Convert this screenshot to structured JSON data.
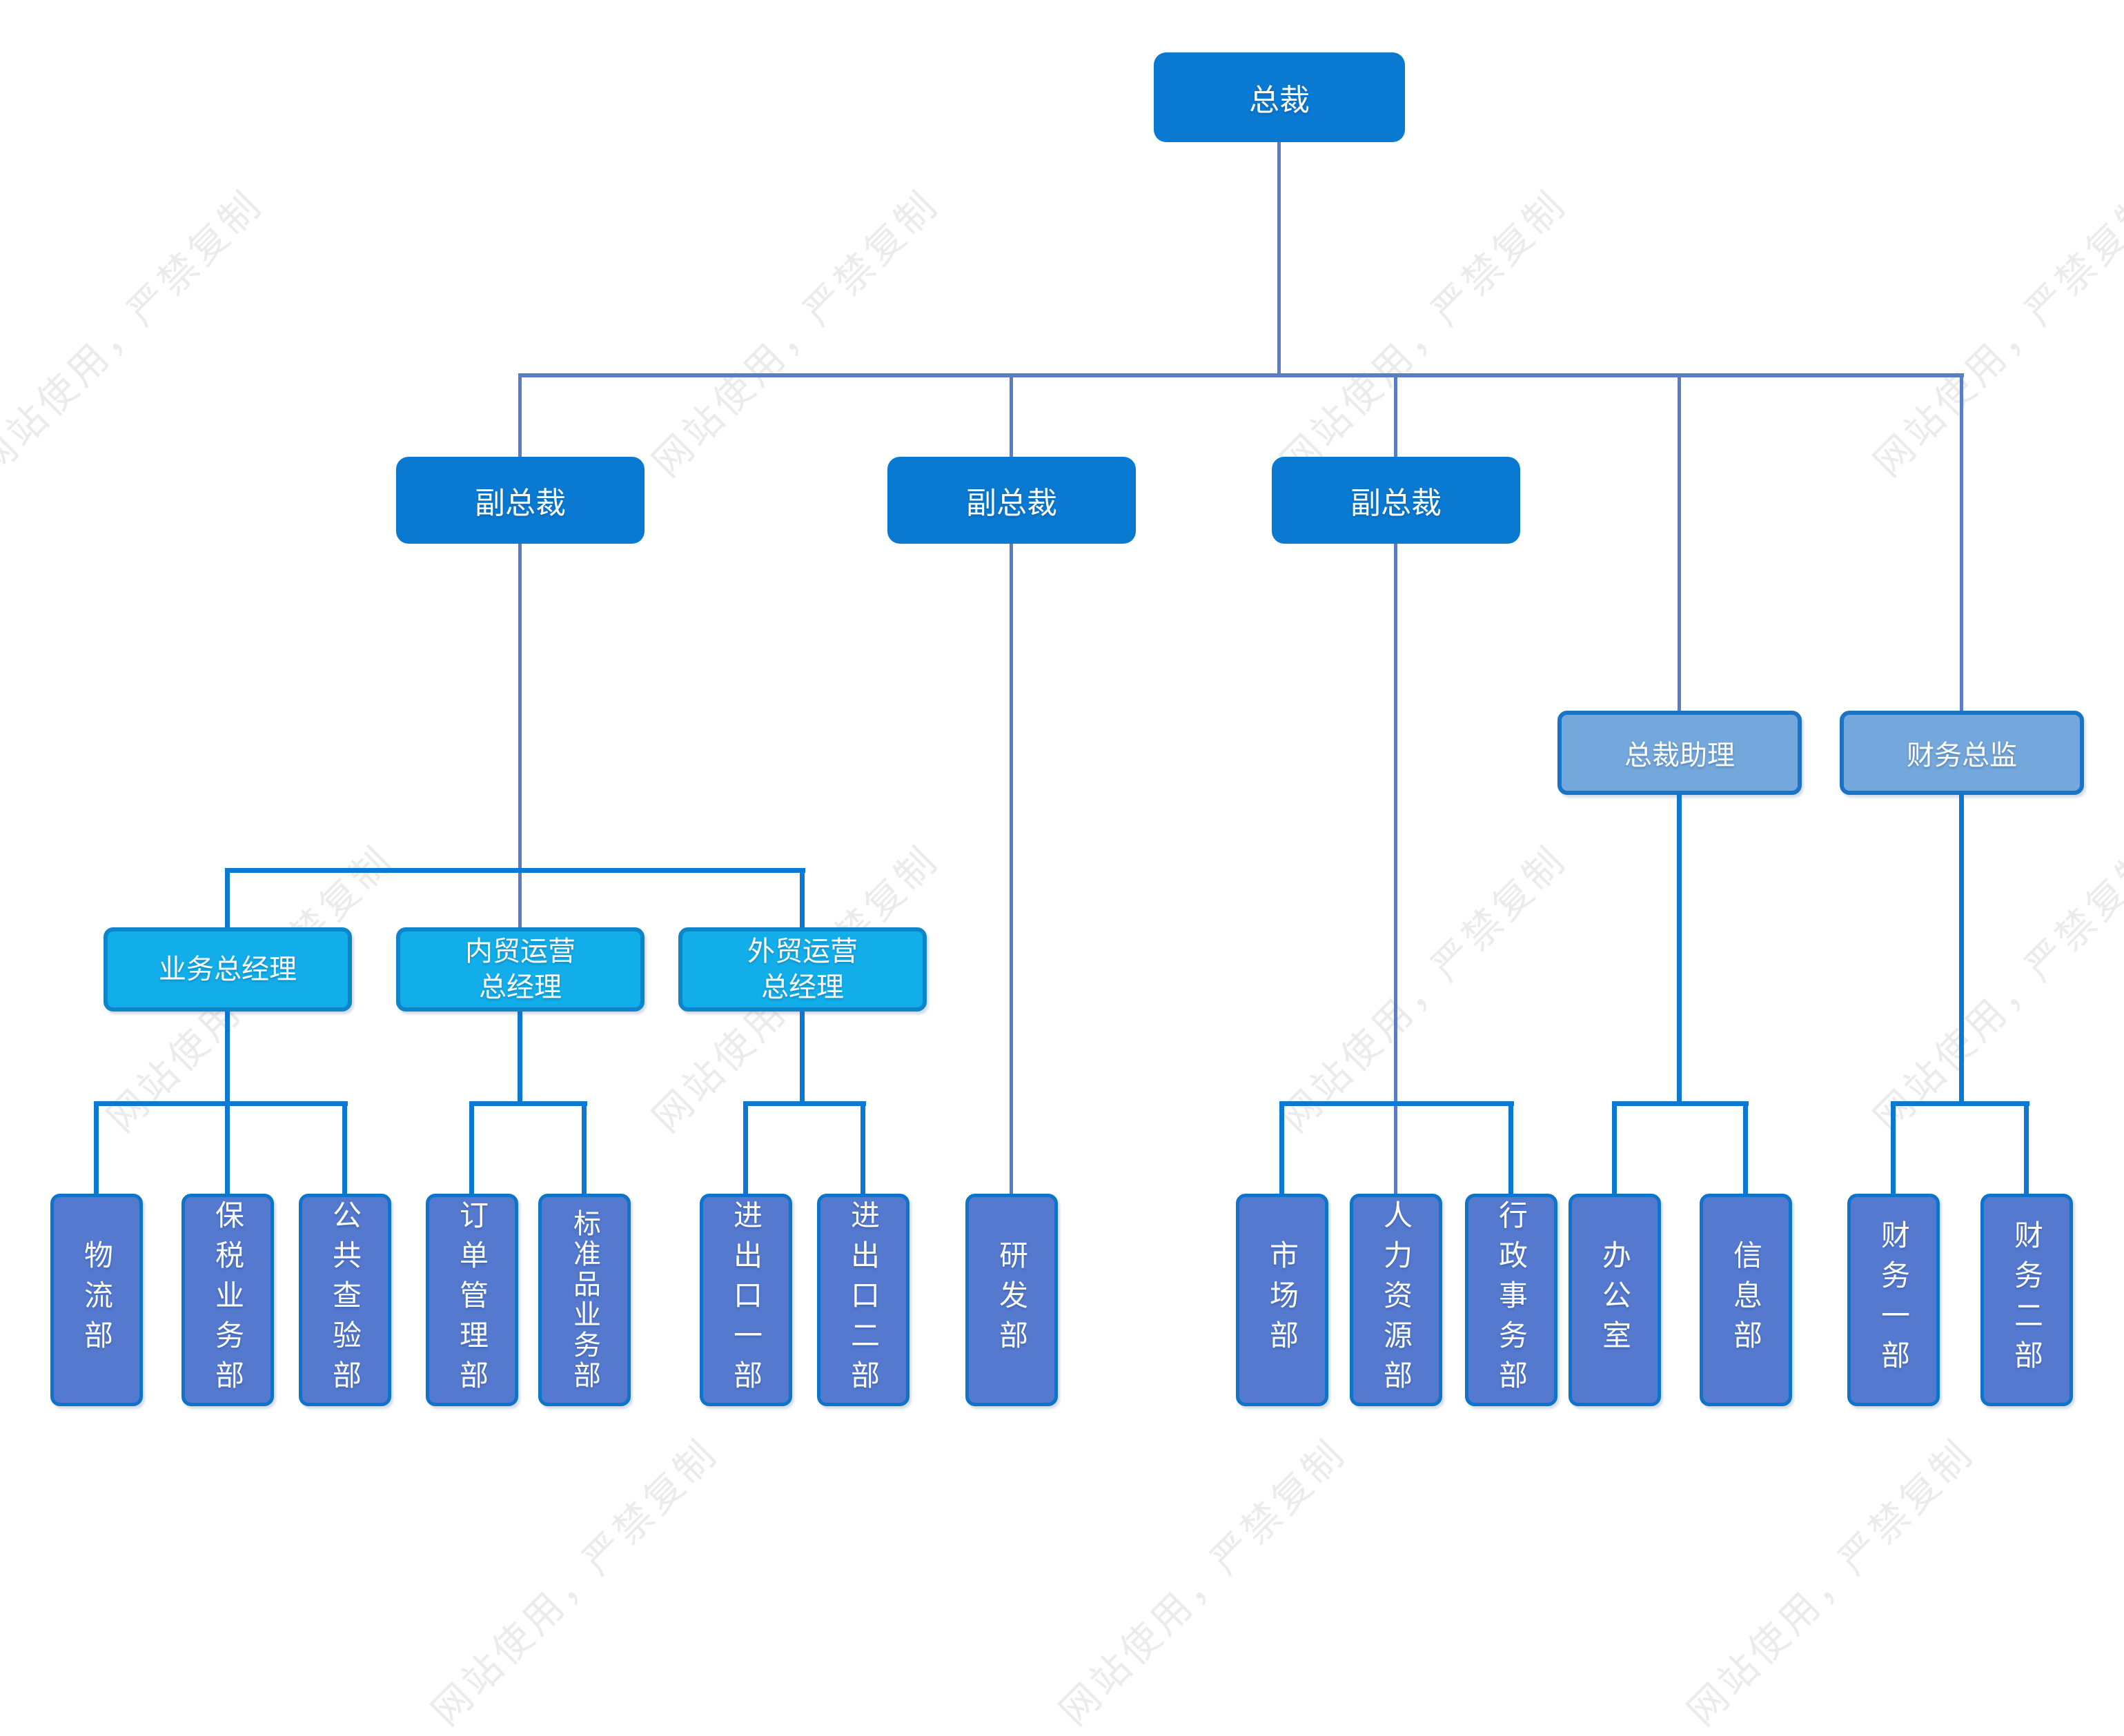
{
  "watermark": {
    "text": "网站使用，严禁复制"
  },
  "palette": {
    "exec_fill": "#0979d1",
    "staff_fill": "#74a7db",
    "staff_border": "#1a73c5",
    "gm_fill": "#12aee9",
    "gm_border": "#0d85cb",
    "dept_fill": "#5479cf",
    "dept_border": "#0e74c9",
    "connector_primary": "#5b7dc6",
    "connector_secondary": "#0b79d2",
    "watermark_color": "#ebebeb",
    "text_color": "#ffffff"
  },
  "org": {
    "root": {
      "label": "总裁"
    },
    "vice_presidents": [
      {
        "label": "副总裁"
      },
      {
        "label": "副总裁"
      },
      {
        "label": "副总裁"
      }
    ],
    "staff_positions": [
      {
        "label": "总裁助理"
      },
      {
        "label": "财务总监"
      }
    ],
    "general_managers": [
      {
        "lines": [
          "业务总经理",
          ""
        ]
      },
      {
        "lines": [
          "内贸运营",
          "总经理"
        ]
      },
      {
        "lines": [
          "外贸运营",
          "总经理"
        ]
      }
    ],
    "departments": [
      {
        "label": "物流部"
      },
      {
        "label": "保税业务部"
      },
      {
        "label": "公共查验部"
      },
      {
        "label": "订单管理部"
      },
      {
        "label": "标准品业务部"
      },
      {
        "label": "进出口一部"
      },
      {
        "label": "进出口二部"
      },
      {
        "label": "研发部"
      },
      {
        "label": "市场部"
      },
      {
        "label": "人力资源部"
      },
      {
        "label": "行政事务部"
      },
      {
        "label": "办公室"
      },
      {
        "label": "信息部"
      },
      {
        "label": "财务一部"
      },
      {
        "label": "财务二部"
      }
    ]
  }
}
